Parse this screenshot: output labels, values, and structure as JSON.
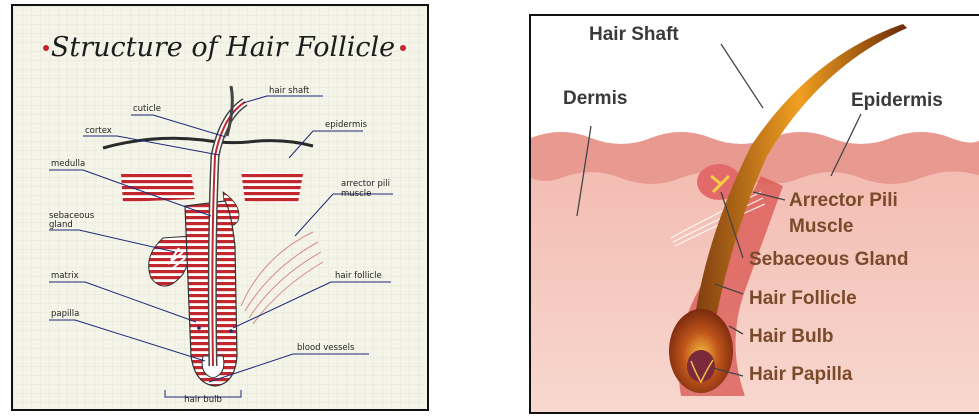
{
  "left": {
    "title": "Structure of Hair Follicle",
    "labels": {
      "hair_shaft": "hair shaft",
      "cuticle": "cuticle",
      "cortex": "cortex",
      "epidermis": "epidermis",
      "medulla": "medulla",
      "arrector_pili_1": "arrector pili",
      "arrector_pili_2": "muscle",
      "sebaceous_1": "sebaceous",
      "sebaceous_2": "gland",
      "matrix": "matrix",
      "hair_follicle": "hair follicle",
      "papilla": "papilla",
      "blood_vessels": "blood vessels",
      "hair_bulb": "hair bulb"
    }
  },
  "right": {
    "labels": {
      "hair_shaft": "Hair Shaft",
      "dermis": "Dermis",
      "epidermis": "Epidermis",
      "arrector_pili_1": "Arrector Pili",
      "arrector_pili_2": "Muscle",
      "sebaceous_gland": "Sebaceous Gland",
      "hair_follicle": "Hair Follicle",
      "hair_bulb": "Hair Bulb",
      "hair_papilla": "Hair Papilla"
    }
  }
}
